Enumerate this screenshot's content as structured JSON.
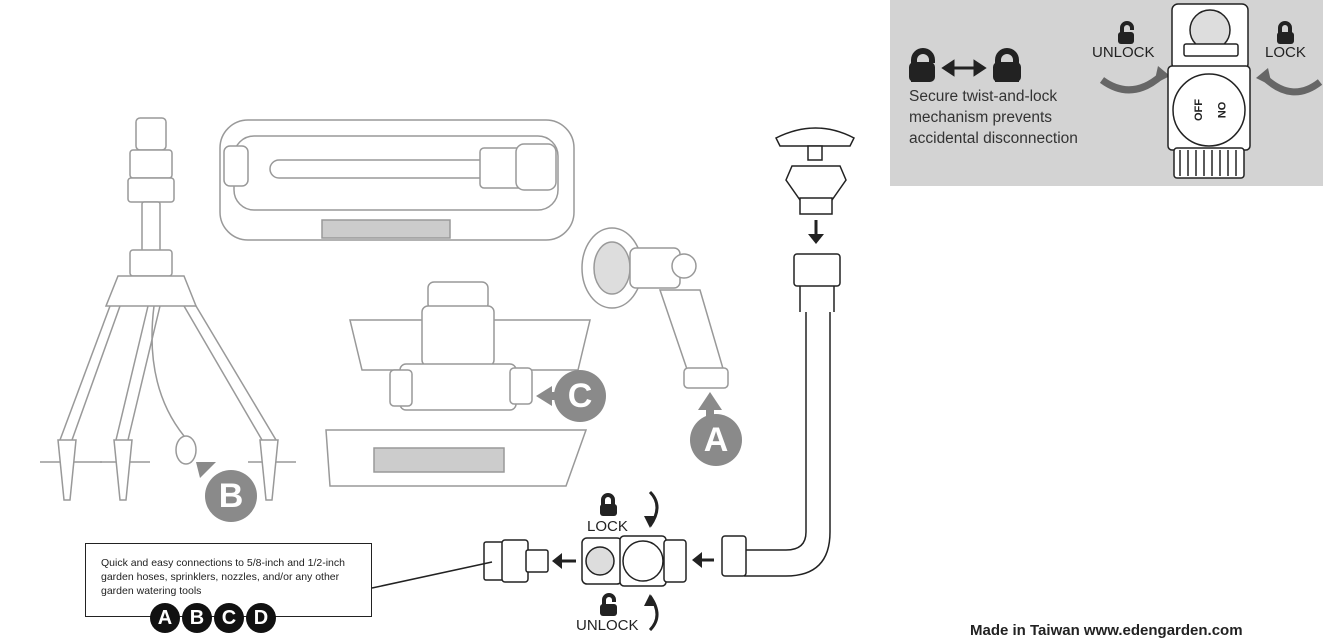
{
  "panel": {
    "description": "Secure twist-and-lock mechanism prevents accidental disconnection",
    "unlock_label": "UNLOCK",
    "lock_label": "LOCK",
    "dial_left": "OFF",
    "dial_right": "ON"
  },
  "connector": {
    "lock_label": "LOCK",
    "unlock_label": "UNLOCK"
  },
  "callout": {
    "text": "Quick and easy connections to 5/8-inch and 1/2-inch garden hoses, sprinklers, nozzles, and/or any other garden watering tools",
    "badges": [
      "A",
      "B",
      "C",
      "D"
    ]
  },
  "markers": {
    "a": "A",
    "b": "B",
    "c": "C"
  },
  "footer": {
    "text": "Made in Taiwan    www.edengarden.com"
  },
  "colors": {
    "panel_bg": "#d3d3d3",
    "line_art": "#999999",
    "marker_gray": "#8a8a8a",
    "ink": "#222222"
  }
}
